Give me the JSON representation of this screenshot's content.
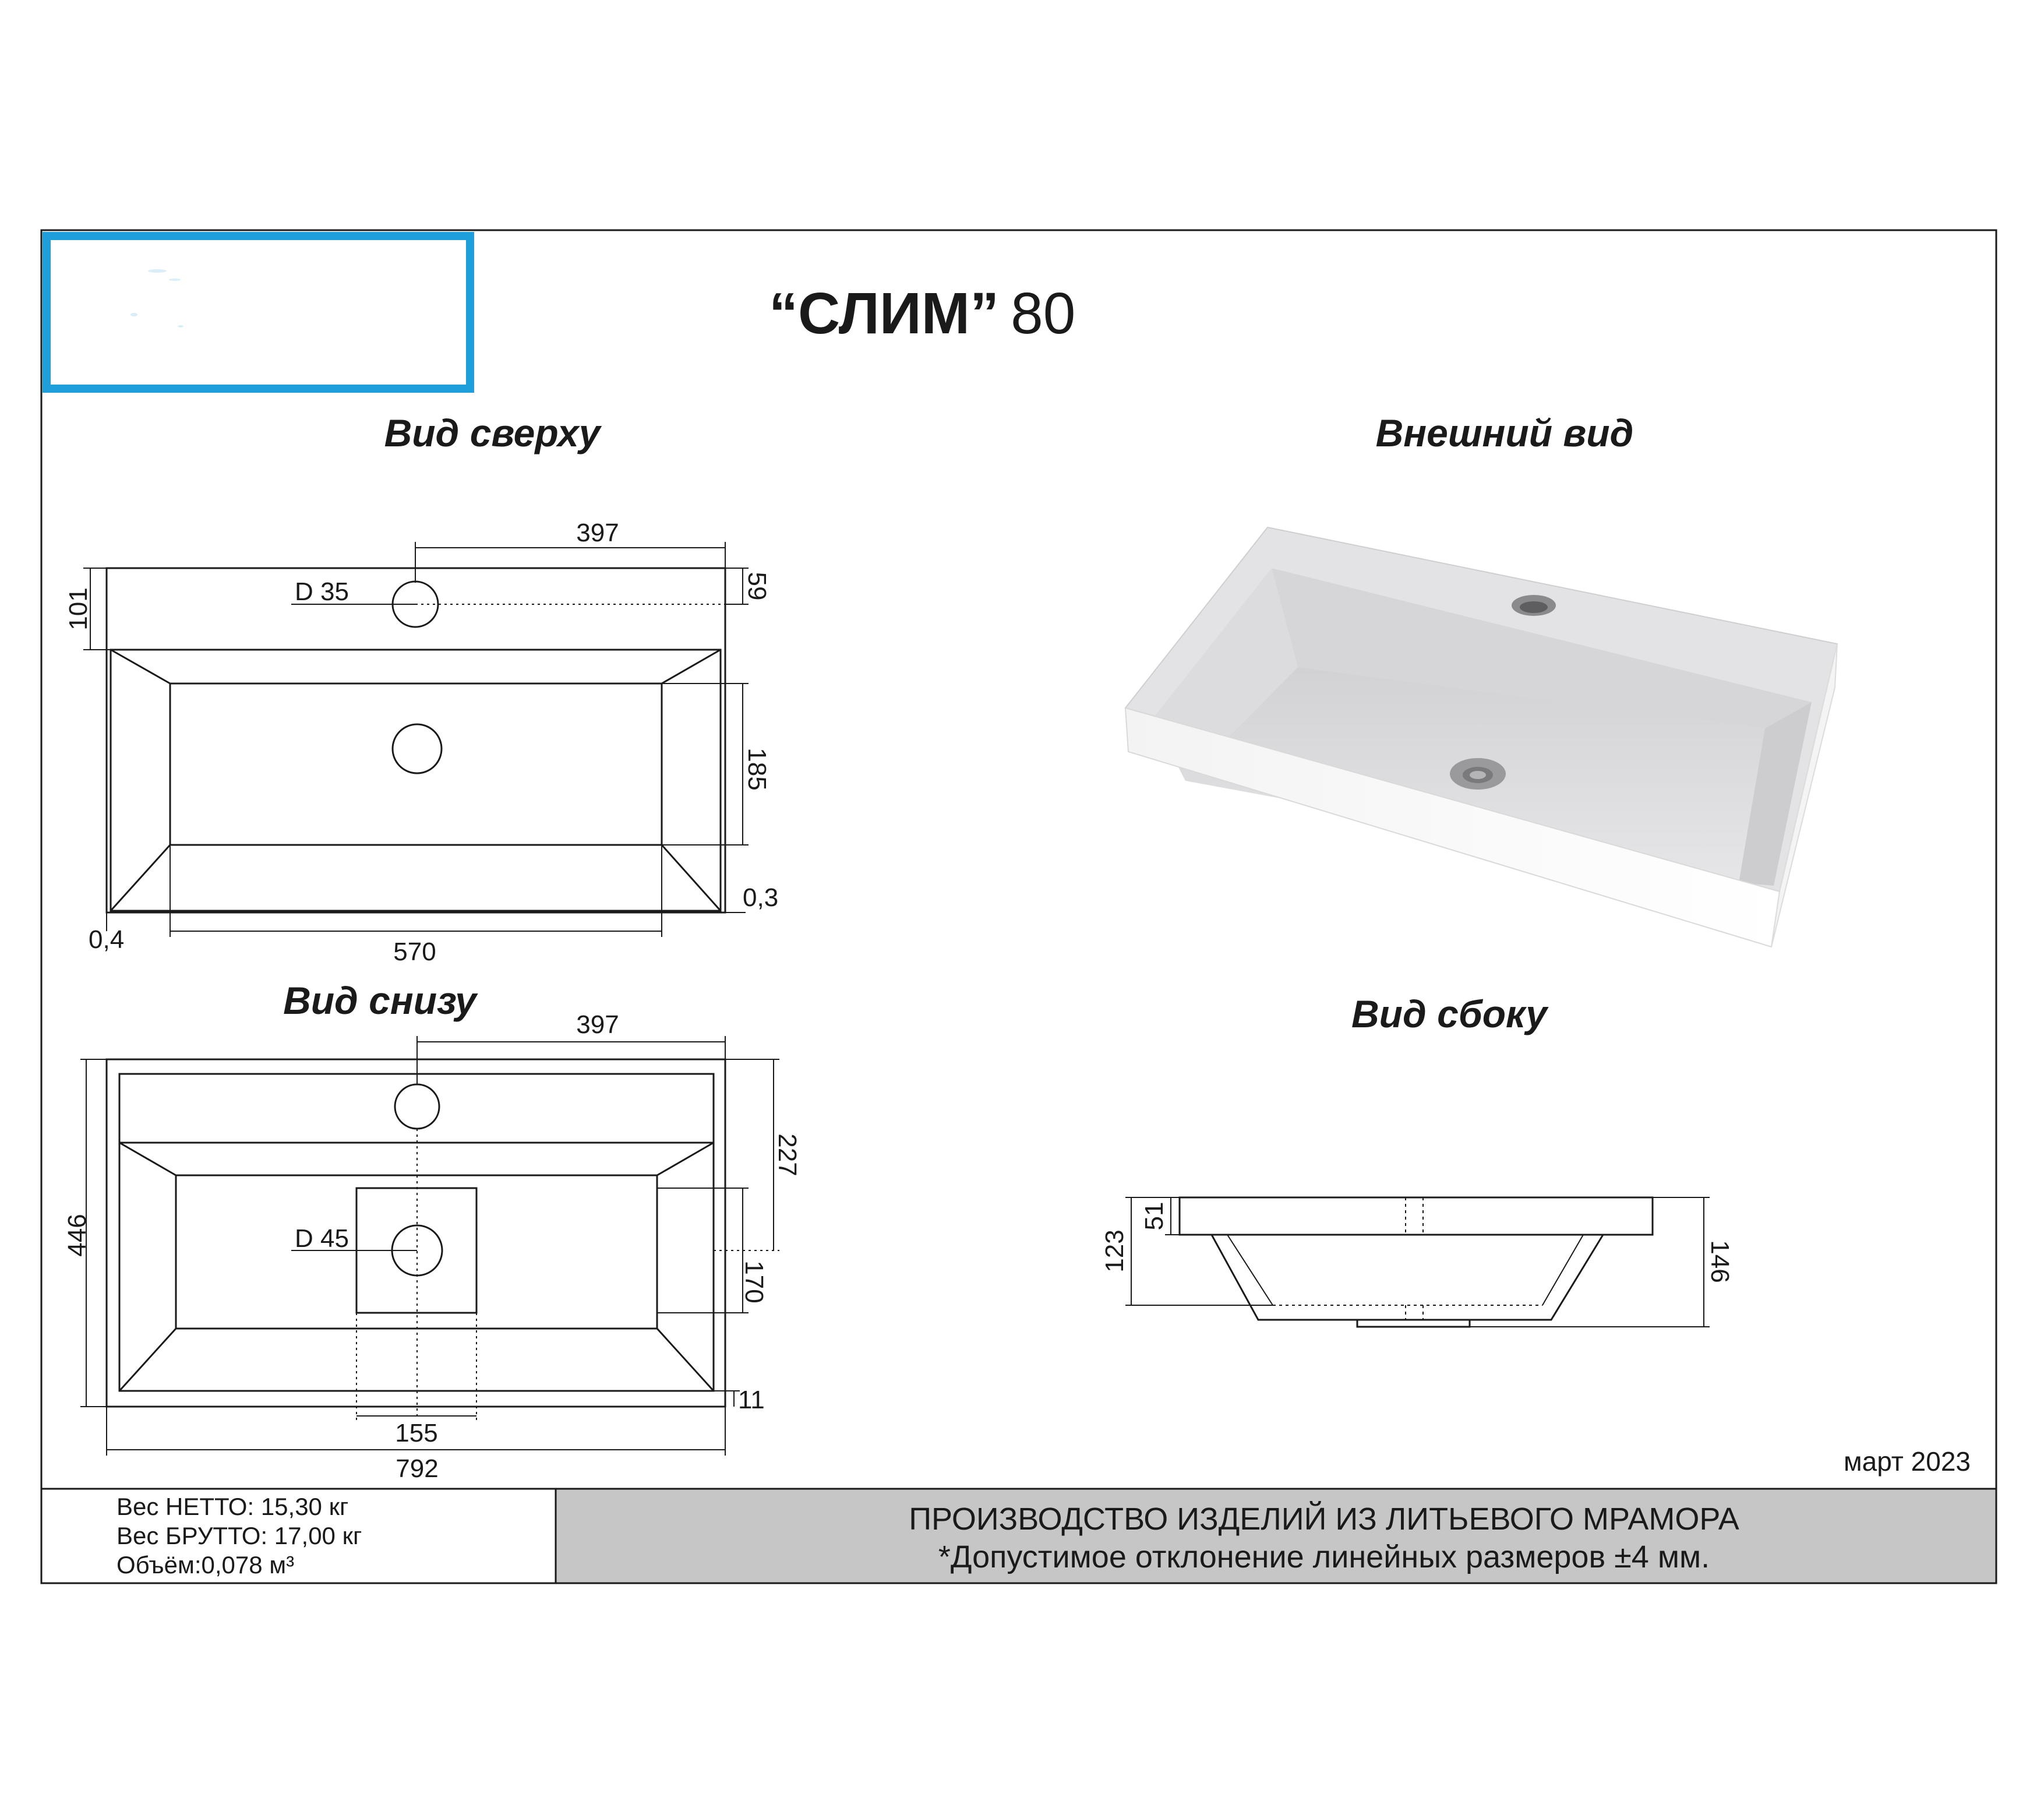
{
  "title": {
    "quoted": "“СЛИМ”",
    "model": "80"
  },
  "views": {
    "top": "Вид сверху",
    "external": "Внешний вид",
    "bottom": "Вид снизу",
    "side": "Вид сбоку"
  },
  "top_view": {
    "d_label": "D 35",
    "dim_397": "397",
    "dim_101": "101",
    "dim_59": "59",
    "dim_185": "185",
    "dim_03": "0,3",
    "dim_04": "0,4",
    "dim_570": "570"
  },
  "bottom_view": {
    "d_label": "D 45",
    "dim_397": "397",
    "dim_446": "446",
    "dim_227": "227",
    "dim_170": "170",
    "dim_11": "11",
    "dim_155": "155",
    "dim_792": "792"
  },
  "side_view": {
    "dim_51": "51",
    "dim_123": "123",
    "dim_146": "146"
  },
  "date": "март 2023",
  "footer": {
    "weight_net": "Вес НЕТТО: 15,30 кг",
    "weight_gross": "Вес БРУТТО: 17,00 кг",
    "volume": "Объём:0,078 м³",
    "production": "ПРОИЗВОДСТВО ИЗДЕЛИЙ ИЗ ЛИТЬЕВОГО МРАМОРА",
    "tolerance": "*Допустимое отклонение линейных размеров ±4 мм."
  },
  "colors": {
    "logo_border": "#1e9fdb",
    "footer_band": "#c6c6c6",
    "line": "#1a1a1a"
  }
}
